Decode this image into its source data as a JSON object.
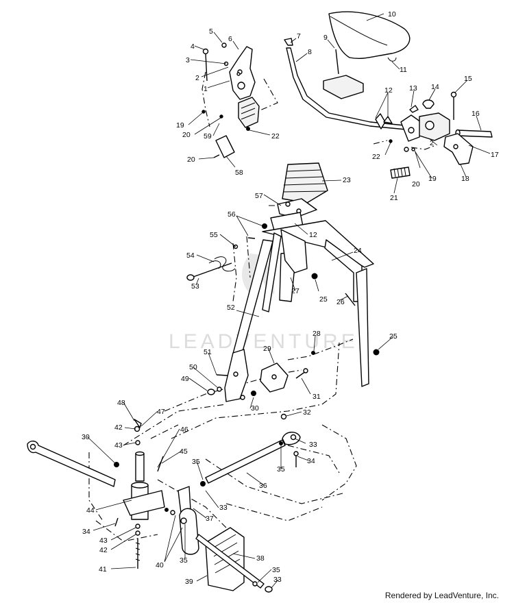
{
  "diagram": {
    "callouts": [
      "1",
      "2",
      "3",
      "4",
      "5",
      "6",
      "7",
      "8",
      "9",
      "10",
      "11",
      "12",
      "13",
      "14",
      "15",
      "16",
      "17",
      "18",
      "19",
      "20",
      "21",
      "22",
      "23",
      "24",
      "25",
      "26",
      "27",
      "28",
      "29",
      "30",
      "31",
      "32",
      "33",
      "34",
      "35",
      "36",
      "37",
      "38",
      "39",
      "40",
      "41",
      "42",
      "43",
      "44",
      "45",
      "46",
      "47",
      "48",
      "49",
      "50",
      "51",
      "52",
      "53",
      "54",
      "55",
      "56",
      "57",
      "58",
      "59"
    ],
    "watermark": "LEADVENTURE",
    "credit": "Rendered by LeadVenture, Inc."
  }
}
